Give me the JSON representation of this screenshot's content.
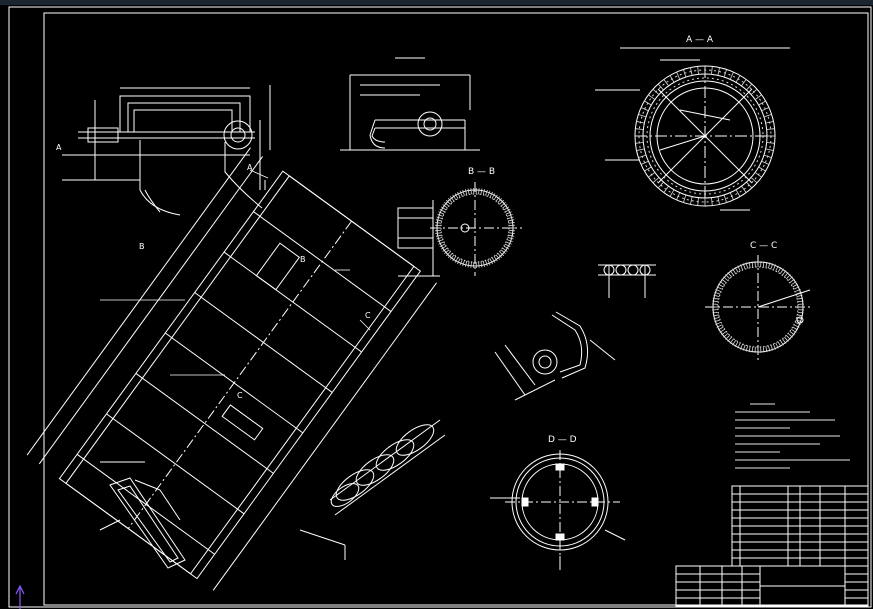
{
  "drawing": {
    "section_labels": {
      "aa": "A — A",
      "bb": "B — B",
      "cc": "C — C",
      "dd": "D — D"
    },
    "callouts": [
      "A",
      "A",
      "B",
      "B",
      "C",
      "C"
    ],
    "colors": {
      "background": "#000000",
      "linework": "#ffffff",
      "hatch": "#d9d9d9",
      "frame": "#ffffff",
      "ucs_arrow": "#8a5cff"
    }
  },
  "title_block": {
    "rows": 10,
    "icon": "ucs-axis-icon"
  }
}
